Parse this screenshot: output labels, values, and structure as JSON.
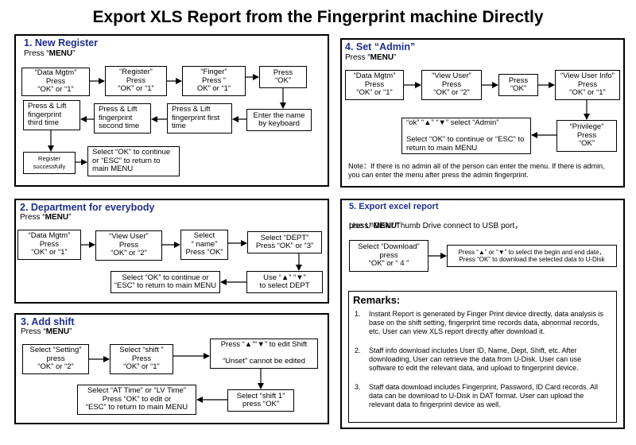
{
  "title": "Export XLS Report from the Fingerprint machine Directly",
  "panel1": {
    "title": "1.     New Register",
    "press_prefix": "Press “",
    "press_key": "MENU",
    "press_suffix": "”",
    "boxes": {
      "data_mgtm": "“Data Mgtm”\nPress\n“OK” or  “1”",
      "register": "“Register”\nPress\n“OK” or  “1”",
      "finger": "“Finger”\nPress  “\nOK” or  “1”",
      "press_ok": "Press\n“OK”",
      "enter_name": "Enter the name\nby keyboard",
      "press_lift_first": "Press & Lift\nfingerprint first\ntime",
      "press_lift_second": "Press & Lift\nfingerprint\nsecond time",
      "press_lift_third": "Press & Lift\nfingerprint\nthird time",
      "register_success": "Register\nsuccessfully",
      "select_ok": "Select “OK” to  continue\nor “ESC” to return to\nmain MENU"
    }
  },
  "panel2": {
    "title": "2. Department for everybody",
    "press_prefix": "Press “",
    "press_key": "MENU",
    "press_suffix": "”",
    "boxes": {
      "data_mgtm": "“Data Mgtm”\nPress\n“OK” or  “1”",
      "view_user": "“View User”\nPress\n“OK” or  “2”",
      "select_name": "Select\n“ name”\nPress “OK”",
      "select_dept": "Select “DEPT”\nPress “OK” or  “3”",
      "use_arrows": "Use  “▲”    “▼”\nto select DEPT",
      "select_ok": "Select “OK” to  continue or\n“ESC” to return to main MENU"
    }
  },
  "panel3": {
    "title": "3. Add shift",
    "press_prefix": "Press “",
    "press_key": "MENU",
    "press_suffix": "”",
    "boxes": {
      "select_setting": "Select “Setting”\npress\n“OK” or  “2”",
      "select_shift": "Select “shift ”\nPress\n“OK” or  “1”",
      "edit_shift": "Press “▲”“▼” to edit Shift\n\n“Unset” cannot be edited",
      "select_shift1": "Select “shift 1”\npress  “OK”",
      "select_time": "Select “AT Time”   or “LV Time”\nPress “OK” to  edit or\n“ESC” to return to main MENU"
    }
  },
  "panel4": {
    "title": "4. Set “Admin”",
    "press_prefix": "Press “",
    "press_key": "MENU",
    "press_suffix": "”",
    "boxes": {
      "data_mgtm": "“Data Mgtm”\nPress\n“OK” or  “1”",
      "view_user": "“View User”\nPress\n“OK” or  “2”",
      "press_ok": "Press\n“OK”",
      "view_user_info": "“View User Info”\nPress\n“OK” or  “1”",
      "privilege": "“Privilege”\nPress\n“OK”",
      "select_admin": "“ok” “▲” “▼” select   “Admin”\n\nSelect “OK” to  continue or “ESC” to\nreturn to main MENU"
    },
    "note": "Note：If there is no admin all of the person can enter the menu. If there is admin,\nyou can enter the menu after press the admin fingerprint."
  },
  "panel5": {
    "title": "5. Export excel report",
    "line1": "Use U-Disk / Thumb Drive connect to USB port，",
    "press_prefix": "press “",
    "press_key": "MENU",
    "press_suffix": "”",
    "boxes": {
      "select_download": "Select “Download”\npress\n“OK” or  “ 4 ”",
      "select_dates": "Press “▲” or “▼” to select the begin and end date，\nPress   “OK” to download the selected data to U-Disk"
    }
  },
  "remarks": {
    "title": "Remarks:",
    "items": [
      {
        "num": "1.",
        "text": "Instant Report is generated by Finger Print device directly, data analysis is\nbase on the shift setting, fingerprint time records data, abnormal records,\netc. User can view XLS report directly after download it."
      },
      {
        "num": "2.",
        "text": "Staff info download includes User ID, Name, Dept, Shift, etc. After\ndownloading, User can retrieve the data from U-Disk. User can use\nsoftware to edit the relevant data, and upload to fingerprint device."
      },
      {
        "num": "3.",
        "text": "Staff data download includes Fingerprint, Password, ID Card records. All\ndata can be download to U-Disk in DAT format. User can upload the\nrelevant data to fingerprint device as well."
      }
    ]
  }
}
